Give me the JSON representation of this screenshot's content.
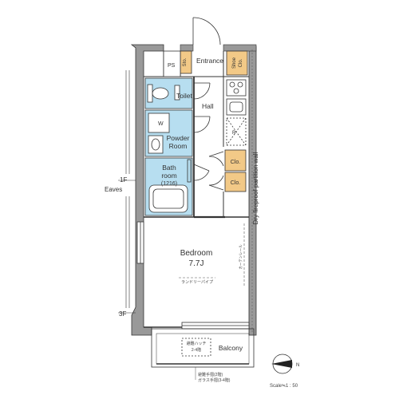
{
  "rooms": {
    "ps": "PS",
    "storage_top": "Sto.",
    "entrance": "Entrance",
    "shoe_closet_line1": "Shoe",
    "shoe_closet_line2": "Clo.",
    "toilet": "Toilet",
    "hall": "Hall",
    "washer": "W",
    "refrigerator": "R",
    "powder_line1": "Powder",
    "powder_line2": "Room",
    "bath_line1": "Bath",
    "bath_line2": "room",
    "bath_size": "(1216)",
    "closet_a": "Clo.",
    "closet_b": "Clo.",
    "bedroom": "Bedroom",
    "bedroom_size": "7.7J",
    "laundry_hanger": "ランドリーパイプ",
    "curtain_rail": "カーテンレール",
    "balcony": "Balcony"
  },
  "annotations": {
    "eaves_floor": "1F",
    "eaves_word": "Eaves",
    "floor_3f": "3F",
    "partition_wall": "Dry fireproof partition wall",
    "hatch_line1": "避難ハッチ",
    "hatch_line2": "2-4階",
    "note_line1": "避難手摺(2階)",
    "note_line2": "ガラス手摺(3-4階)",
    "compass_n": "N",
    "scale": "Scale≒1 : 50"
  },
  "colors": {
    "wet_area": "#b7def0",
    "closet": "#f2c987",
    "wall": "#999999",
    "line": "#333333"
  }
}
